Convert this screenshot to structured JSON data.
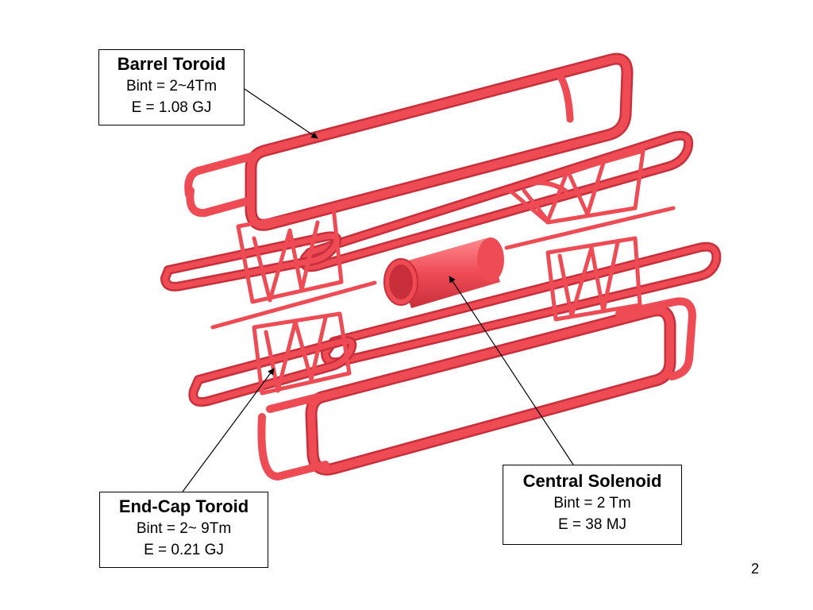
{
  "labels": {
    "barrel_toroid": {
      "title": "Barrel Toroid",
      "line1": "Bint = 2~4Tm",
      "line2": "E = 1.08 GJ"
    },
    "end_cap_toroid": {
      "title": "End-Cap Toroid",
      "line1": "Bint = 2~ 9Tm",
      "line2": "E = 0.21 GJ"
    },
    "central_solenoid": {
      "title": "Central Solenoid",
      "line1": "Bint = 2 Tm",
      "line2": "E = 38 MJ"
    }
  },
  "page_number": "2",
  "colors": {
    "coil": "#ef4b55",
    "coil_dark": "#c92f3a",
    "coil_light": "#ff8a90",
    "arrow": "#000000"
  }
}
